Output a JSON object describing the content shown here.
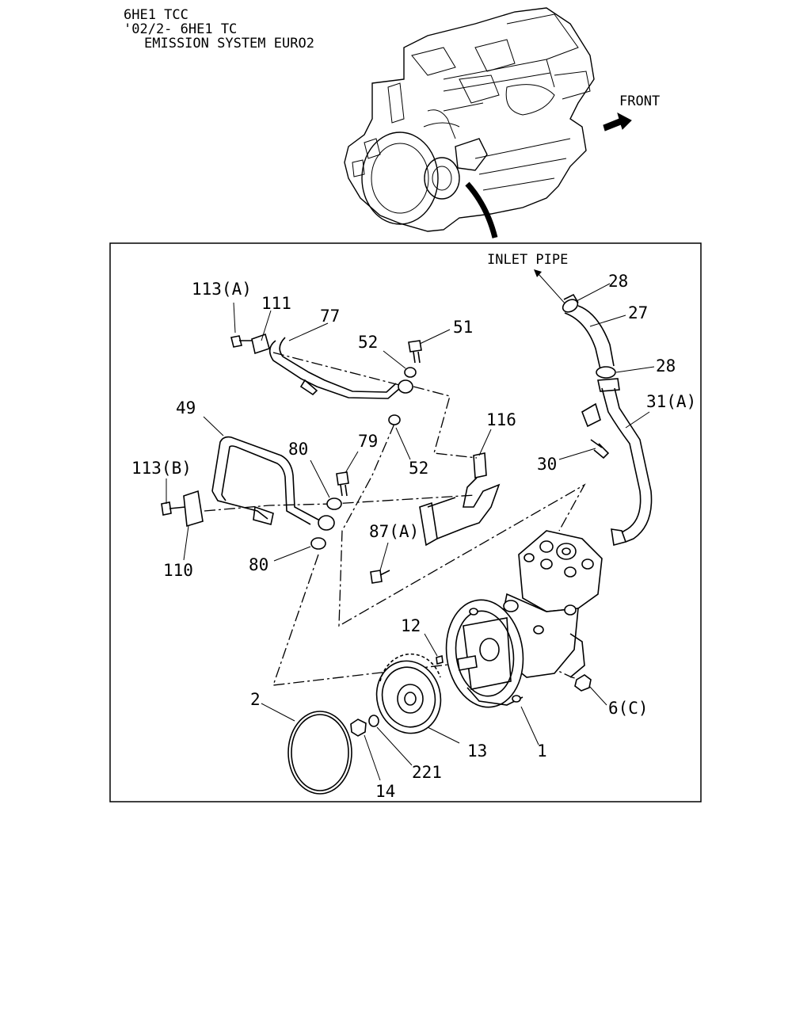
{
  "header": {
    "line1": "6HE1 TCC",
    "line2": "'02/2- 6HE1 TC",
    "line3": "EMISSION SYSTEM EURO2"
  },
  "overview": {
    "front_label": "FRONT"
  },
  "callouts": {
    "inlet_pipe": "INLET PIPE",
    "p28a": "28",
    "p27": "27",
    "p28b": "28",
    "p31a": "31(A)",
    "p30": "30",
    "p113a": "113(A)",
    "p111": "111",
    "p77": "77",
    "p52a": "52",
    "p51": "51",
    "p49": "49",
    "p116": "116",
    "p80a": "80",
    "p79": "79",
    "p52b": "52",
    "p113b": "113(B)",
    "p87a": "87(A)",
    "p110": "110",
    "p80b": "80",
    "p12": "12",
    "p2": "2",
    "p6c": "6(C)",
    "p13": "13",
    "p1": "1",
    "p221": "221",
    "p14": "14"
  }
}
